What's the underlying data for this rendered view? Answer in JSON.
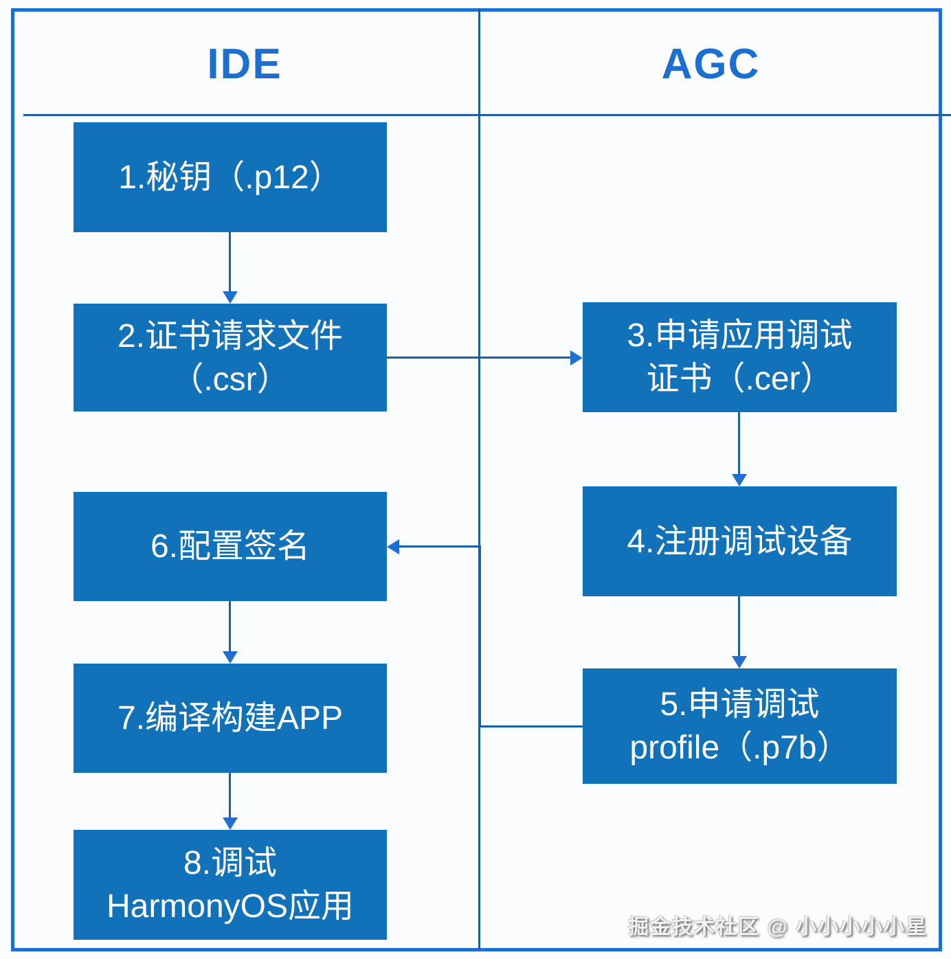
{
  "diagram": {
    "type": "flowchart",
    "columns": [
      {
        "title": "IDE"
      },
      {
        "title": "AGC"
      }
    ],
    "nodes": {
      "n1": {
        "column": "IDE",
        "lines": [
          "1.秘钥（.p12）"
        ]
      },
      "n2": {
        "column": "IDE",
        "lines": [
          "2.证书请求文件",
          "（.csr）"
        ]
      },
      "n3": {
        "column": "AGC",
        "lines": [
          "3.申请应用调试",
          "证书（.cer）"
        ]
      },
      "n4": {
        "column": "AGC",
        "lines": [
          "4.注册调试设备"
        ]
      },
      "n5": {
        "column": "AGC",
        "lines": [
          "5.申请调试",
          "profile（.p7b）"
        ]
      },
      "n6": {
        "column": "IDE",
        "lines": [
          "6.配置签名"
        ]
      },
      "n7": {
        "column": "IDE",
        "lines": [
          "7.编译构建APP"
        ]
      },
      "n8": {
        "column": "IDE",
        "lines": [
          "8.调试",
          "HarmonyOS应用"
        ]
      }
    },
    "edges": [
      "1→2",
      "2→3",
      "3→4",
      "4→5",
      "5→6",
      "6→7",
      "7→8"
    ],
    "watermark": "掘金技术社区 @ 小小小小小星",
    "colors": {
      "node_fill": "#1171b9",
      "node_text": "#ffffff",
      "frame_border": "#1e6ed2",
      "connector_line": "#1a5fa6",
      "arrowhead": "#1e6fd0",
      "header_text": "#1a6fd0",
      "background": "#fbfcfd",
      "watermark_text": "#f2f2f2"
    }
  }
}
